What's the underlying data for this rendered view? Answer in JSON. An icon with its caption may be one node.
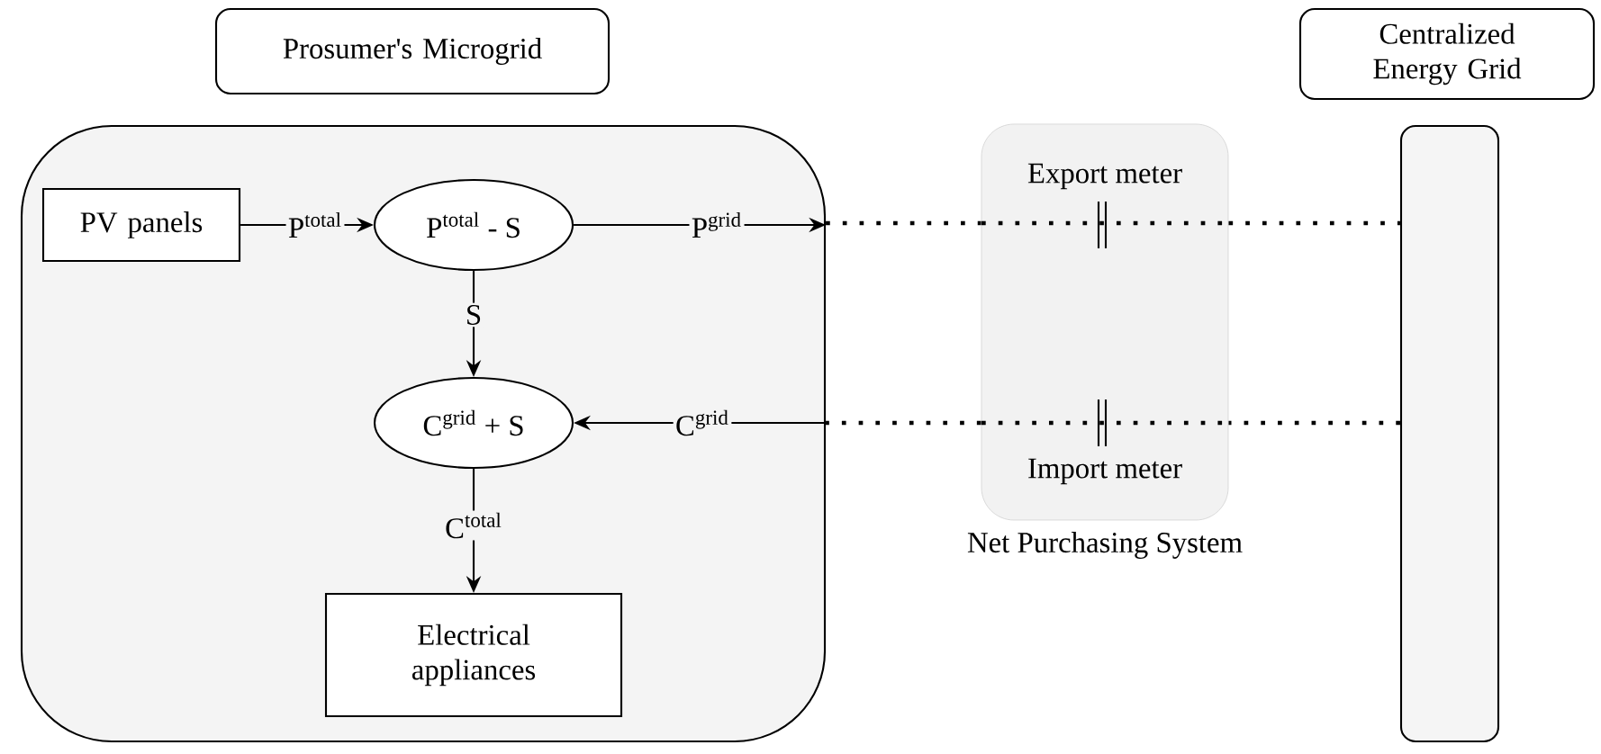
{
  "diagram": {
    "nodes": [
      {
        "text": [
          "Prosumer's Microgrid"
        ]
      },
      {
        "text": [],
        "shape": "box"
      },
      {
        "text": [
          "PV panels"
        ],
        "in": 1
      },
      {
        "text": [
          "P$^{total}$ - S"
        ],
        "in": 1
      },
      {
        "text": [
          "C$^{grid}$ + S"
        ],
        "in": 1
      },
      {
        "text": [
          "Electrical appliances"
        ],
        "in": 1
      },
      {
        "text": [
          "Export meter",
          "Import meter"
        ],
        "beside": [
          "Net Purchasing System"
        ]
      },
      {
        "text": [
          "Centralized Energy Grid"
        ]
      },
      {
        "text": [],
        "shape": "bar"
      }
    ],
    "edges": [
      {
        "from": 2,
        "to": 3,
        "arrow": "to",
        "label": "P$^{total}$"
      },
      {
        "from": 3,
        "to": 1,
        "arrow": "to",
        "label": "P$^{grid}$"
      },
      {
        "from": 1,
        "to": 6,
        "arrow": "none",
        "style": "dashed"
      },
      {
        "from": 6,
        "to": 8,
        "arrow": "none",
        "style": "dashed"
      },
      {
        "from": 8,
        "to": 6,
        "arrow": "none",
        "style": "dashed"
      },
      {
        "from": 6,
        "to": 1,
        "arrow": "none",
        "style": "dashed"
      },
      {
        "from": 1,
        "to": 4,
        "arrow": "to",
        "label": "C$^{grid}$"
      },
      {
        "from": 3,
        "to": 4,
        "arrow": "to",
        "label": "S"
      },
      {
        "from": 4,
        "to": 5,
        "arrow": "to",
        "label": "C$^{total}$"
      }
    ]
  }
}
